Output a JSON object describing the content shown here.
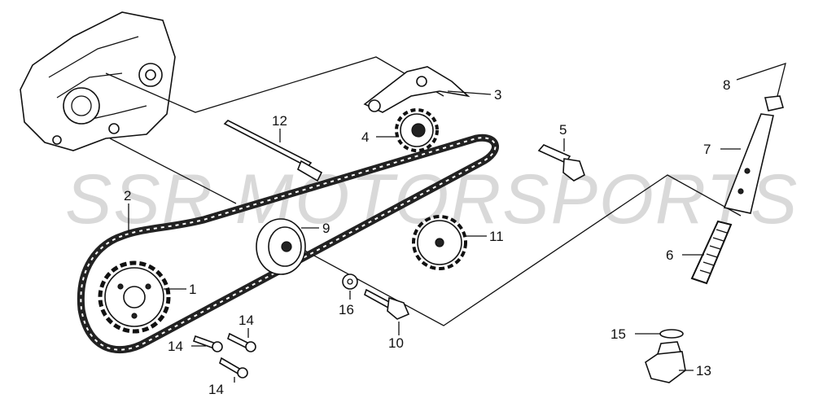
{
  "watermark": "SSR MOTORSPORTS",
  "callouts": {
    "c1": "1",
    "c2": "2",
    "c3": "3",
    "c4": "4",
    "c5": "5",
    "c6": "6",
    "c7": "7",
    "c8": "8",
    "c9": "9",
    "c10": "10",
    "c11": "11",
    "c12": "12",
    "c13": "13",
    "c14a": "14",
    "c14b": "14",
    "c14c": "14",
    "c15": "15",
    "c16": "16"
  }
}
